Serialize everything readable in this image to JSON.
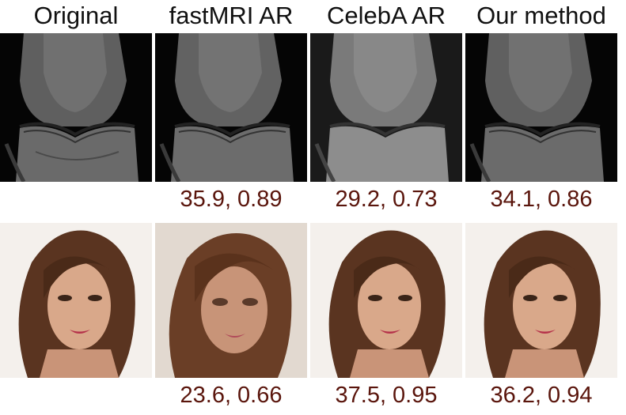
{
  "columns": [
    {
      "title": "Original"
    },
    {
      "title": "fastMRI AR"
    },
    {
      "title": "CelebA AR"
    },
    {
      "title": "Our method"
    }
  ],
  "rows": [
    {
      "kind": "knee MRI",
      "metrics": [
        "",
        "35.9, 0.89",
        "29.2, 0.73",
        "34.1, 0.86"
      ]
    },
    {
      "kind": "face",
      "metrics": [
        "",
        "23.6, 0.66",
        "37.5, 0.95",
        "36.2, 0.94"
      ]
    }
  ],
  "colors": {
    "metric_text": "#5a150c",
    "title_text": "#111111",
    "mri_background": "#050505",
    "face_background": "#f4f0ec"
  }
}
